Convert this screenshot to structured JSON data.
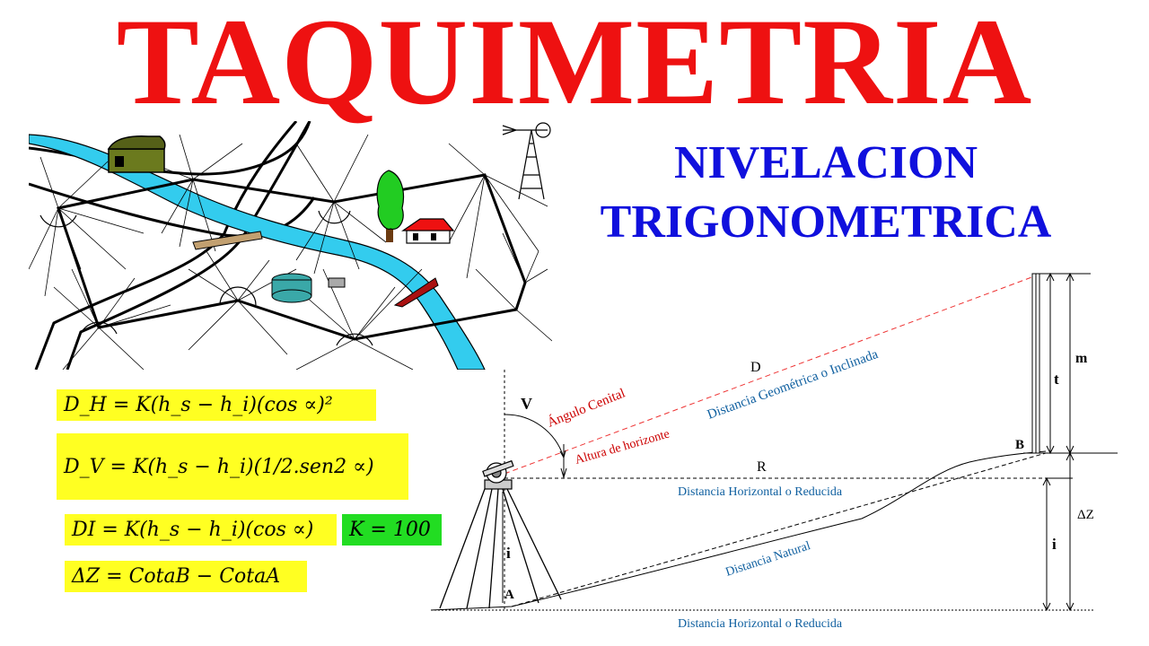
{
  "title": "TAQUIMETRIA",
  "subtitle_line1": "NIVELACION",
  "subtitle_line2": "TRIGONOMETRICA",
  "formulas": {
    "dh": "D_H = K(h_s − h_i)(cos ∝)²",
    "dv": "D_V = K(h_s − h_i)(1/2.sen2 ∝)",
    "di": "DI = K(h_s − h_i)(cos ∝)",
    "k": "K = 100",
    "dz": "ΔZ = CotaB − CotaA"
  },
  "diagram_labels": {
    "v": "V",
    "angulo_cenital": "Ángulo Cenital",
    "d": "D",
    "distancia_geometrica": "Distancia Geométrica o Inclinada",
    "altura_horizonte": "Altura de horizonte",
    "r": "R",
    "distancia_horizontal_1": "Distancia Horizontal o Reducida",
    "distancia_natural": "Distancia Natural",
    "distancia_horizontal_2": "Distancia Horizontal o Reducida",
    "a": "A",
    "b": "B",
    "i_left": "i",
    "i_right": "i",
    "t": "t",
    "m": "m",
    "delta_z": "ΔZ"
  },
  "colors": {
    "title": "#ee1111",
    "subtitle": "#1010dd",
    "formula_bg": "#ffff22",
    "k_bg": "#22dd22",
    "river": "#33ccee",
    "label_red": "#cc0000",
    "label_blue": "#1060a0"
  }
}
